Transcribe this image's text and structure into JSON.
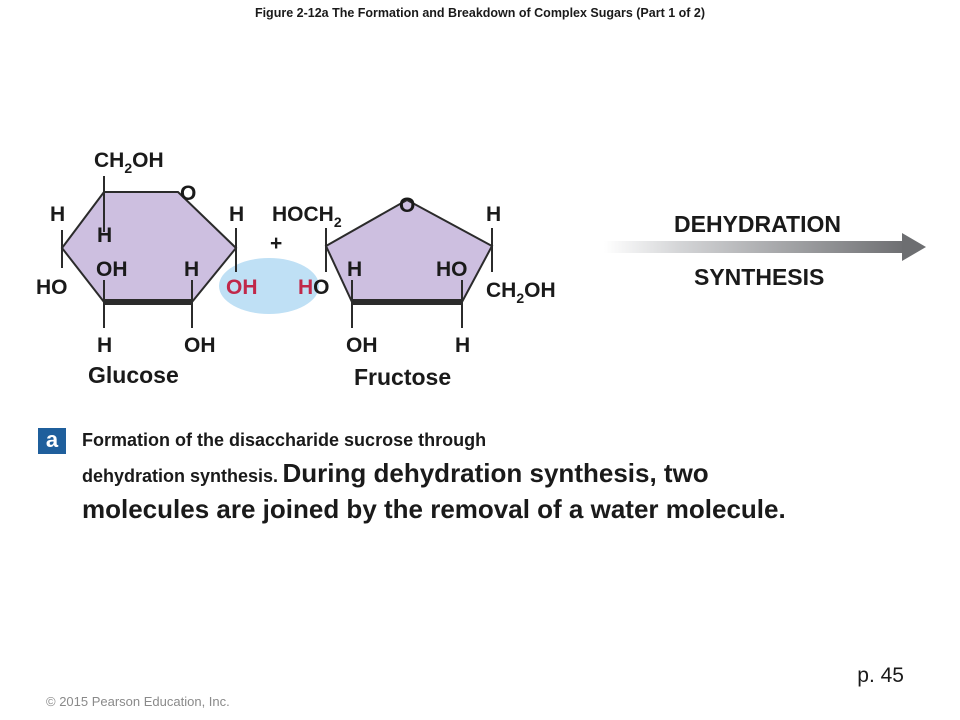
{
  "figure_title": "Figure 2-12a The Formation and Breakdown of Complex Sugars (Part 1 of 2)",
  "glucose": {
    "name": "Glucose",
    "labels": {
      "ch2oh": "CH",
      "ch2oh_sub": "2",
      "ch2oh_end": "OH",
      "o": "O",
      "h_top_left": "H",
      "h_top_right": "H",
      "h_inner": "H",
      "oh_inner": "OH",
      "h_inner_right": "H",
      "ho_left": "HO",
      "oh_reactive": "OH",
      "h_bottom_left": "H",
      "oh_bottom_right": "OH"
    }
  },
  "plus": "+",
  "fructose": {
    "name": "Fructose",
    "labels": {
      "hoch2": "HOCH",
      "hoch2_sub": "2",
      "o": "O",
      "h_top_right": "H",
      "h_reactive": "H",
      "o_reactive": "O",
      "h_inner": "H",
      "ho_inner": "HO",
      "ch2oh": "CH",
      "ch2oh_sub": "2",
      "ch2oh_end": "OH",
      "oh_bottom_left": "OH",
      "h_bottom_right": "H"
    }
  },
  "process": {
    "line1": "DEHYDRATION",
    "line2": "SYNTHESIS"
  },
  "badge": "a",
  "caption": {
    "part1": "Formation of the disaccharide sucrose through",
    "part2": "dehydration synthesis.",
    "part3": "During dehydration synthesis, two molecules are joined by the removal of a water molecule."
  },
  "page_ref": "p. 45",
  "copyright": "© 2015 Pearson Education, Inc.",
  "colors": {
    "ring_fill": "#cdbfe0",
    "water_highlight": "#bfe0f5",
    "reactive_red": "#c0284a",
    "badge_blue": "#1f5f9c",
    "arrow_gray": "#6d6e71"
  }
}
